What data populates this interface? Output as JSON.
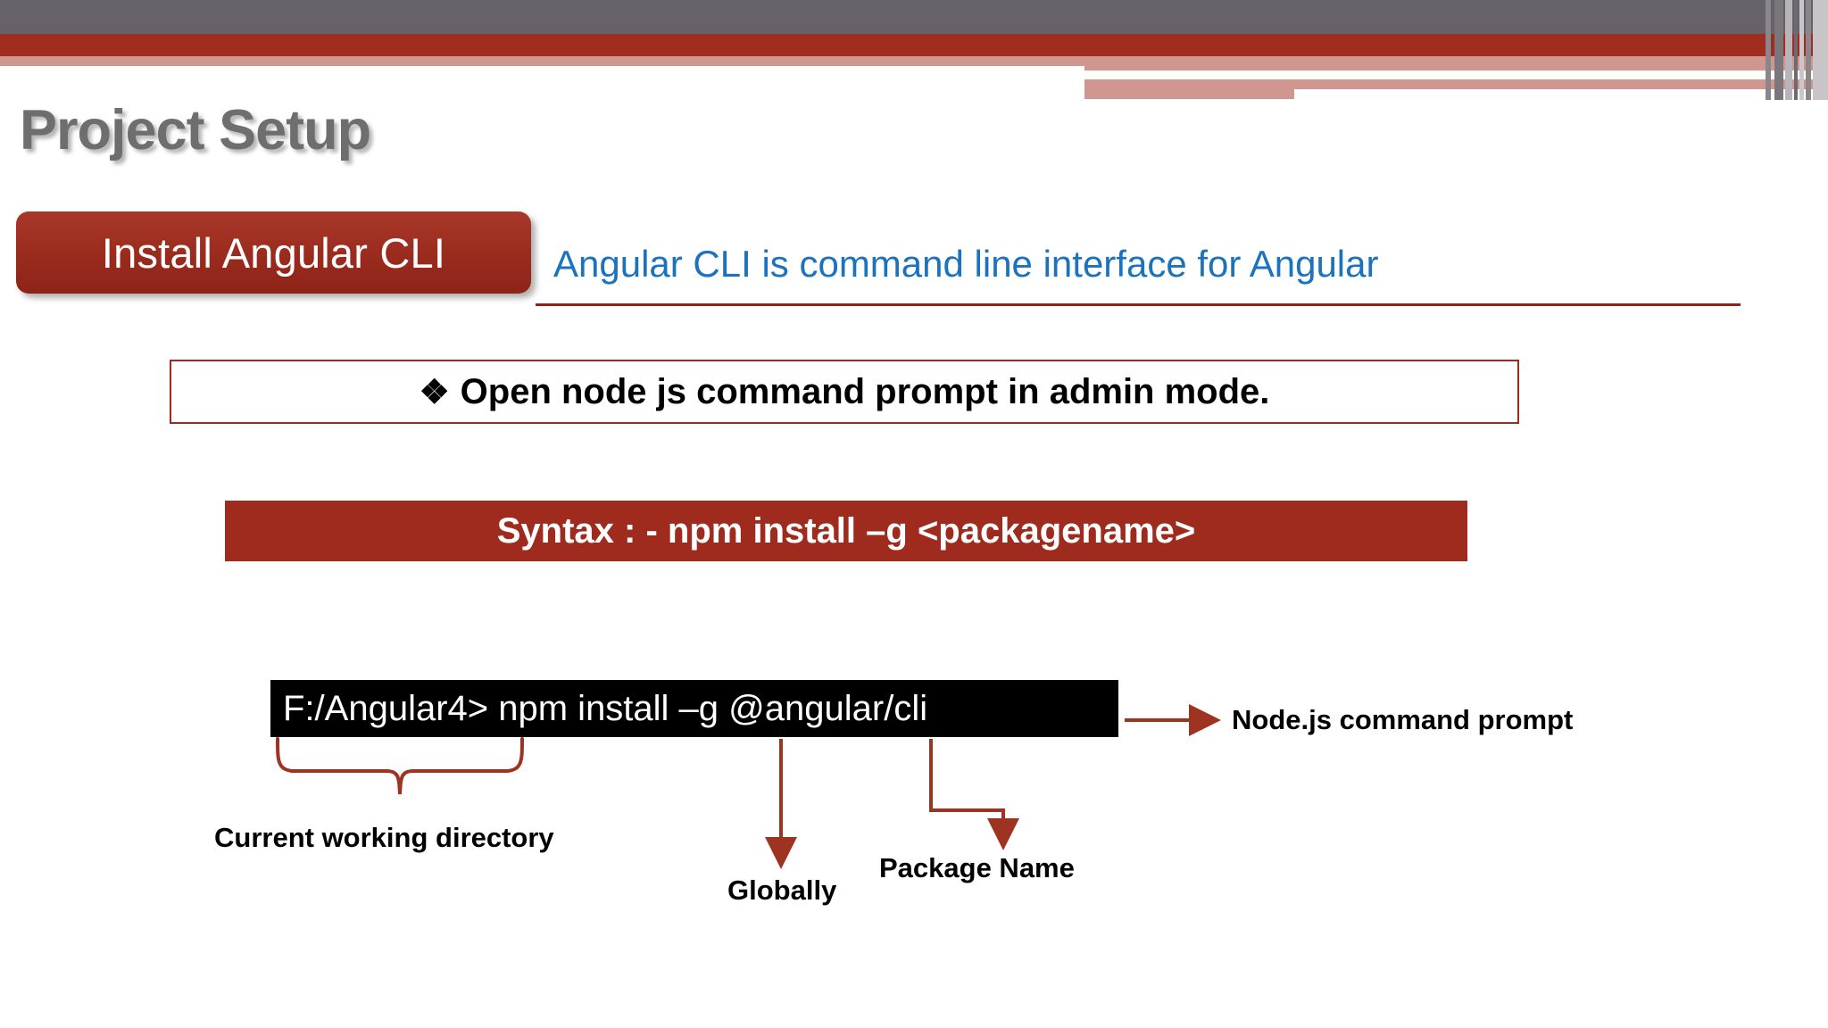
{
  "slide": {
    "title": "Project Setup",
    "badge_label": "Install Angular CLI",
    "subtitle": "Angular CLI is command line interface for Angular",
    "bullet": {
      "glyph": "❖",
      "glyph_name": "diamond-bullet-icon",
      "text": "Open node js command prompt in admin mode."
    },
    "syntax": "Syntax : - npm install –g <packagename>",
    "terminal_command": "F:/Angular4> npm install –g @angular/cli",
    "annotations": [
      {
        "id": "current-working-directory",
        "label": "Current working directory",
        "connector": "curly-brace"
      },
      {
        "id": "globally",
        "label": "Globally",
        "connector": "straight-arrow"
      },
      {
        "id": "package-name",
        "label": "Package Name",
        "connector": "elbow-arrow"
      },
      {
        "id": "node-command-prompt",
        "label": "Node.js command prompt",
        "connector": "horizontal-arrow"
      }
    ]
  },
  "colors": {
    "header_gray": "#67626a",
    "header_red": "#a02d20",
    "header_pink": "#cf9790",
    "badge_red": "#9c2d1f",
    "accent_red": "#9e2b1e",
    "subtitle_blue": "#1b72bd",
    "title_gray": "#6e6e6e",
    "terminal_bg": "#000000",
    "terminal_fg": "#ffffff",
    "connector_red": "#9e3322"
  }
}
